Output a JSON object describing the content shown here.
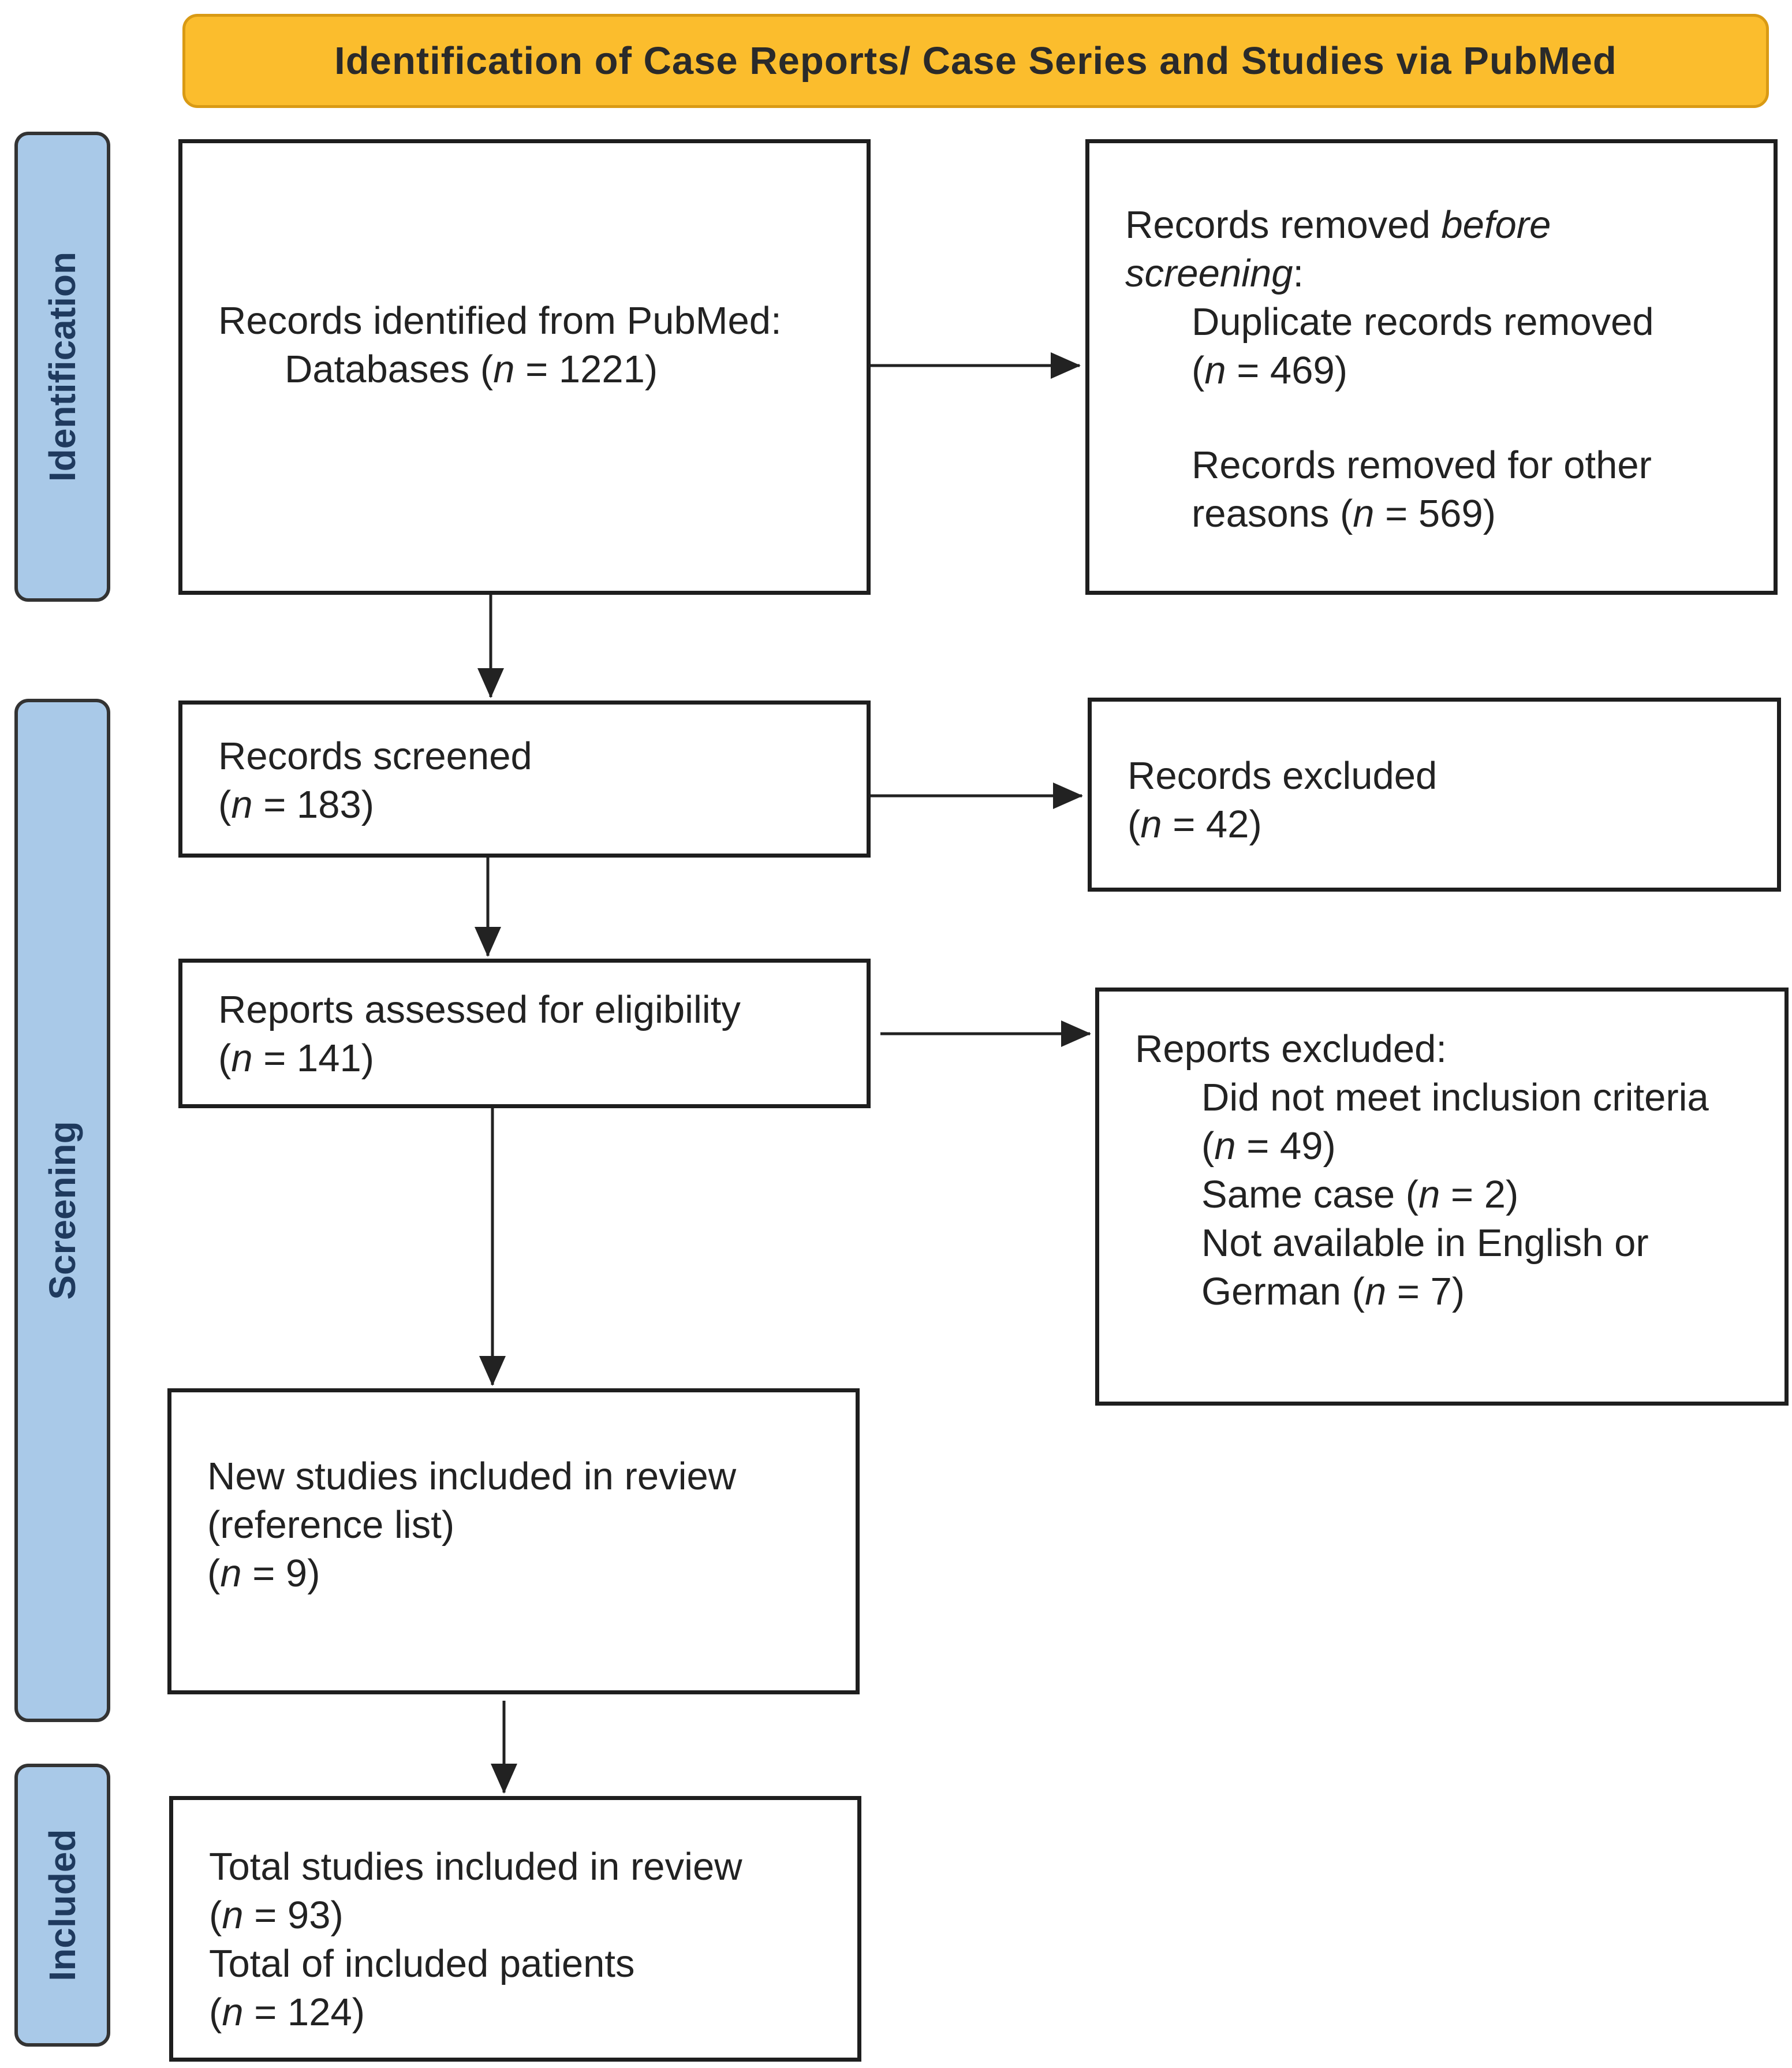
{
  "banner": "Identification of Case Reports/ Case Series and Studies via PubMed",
  "phases": {
    "identification": "Identification",
    "screening": "Screening",
    "included": "Included"
  },
  "identified": {
    "l1": "Records identified from PubMed:",
    "l2a": "Databases (",
    "n": "n",
    "l2b": " = 1221)"
  },
  "removed": {
    "h_a": "Records removed ",
    "h_b": "before",
    "h_c": "screening",
    "h_d": ":",
    "dup": "Duplicate records removed",
    "dup_n_a": "(",
    "n": "n",
    "dup_n_b": " = 469)",
    "other": "Records removed for other",
    "other_a": "reasons (",
    "other_b": " = 569)"
  },
  "screened": {
    "l1": "Records screened",
    "a": "(",
    "n": "n",
    "b": " = 183)"
  },
  "excluded": {
    "l1": "Records excluded",
    "a": "(",
    "n": "n",
    "b": " = 42)"
  },
  "assessed": {
    "l1": "Reports assessed for eligibility",
    "a": "(",
    "n": "n",
    "b": " = 141)"
  },
  "reports_excluded": {
    "l1": "Reports excluded:",
    "r1": "Did not meet inclusion criteria",
    "r1a": "(",
    "n": "n",
    "r1b": " = 49)",
    "r2a": "Same case (",
    "r2b": " = 2)",
    "r3": "Not available in English or",
    "r3a": "German (",
    "r3b": " = 7)"
  },
  "new_studies": {
    "l1": "New studies included in review",
    "l2": "(reference list)",
    "a": "(",
    "n": "n",
    "b": " = 9)"
  },
  "total": {
    "l1": "Total studies included in review",
    "a1": "(",
    "n": "n",
    "b1": " = 93)",
    "l3": "Total of included patients",
    "a2": "(",
    "b2": " = 124)"
  }
}
